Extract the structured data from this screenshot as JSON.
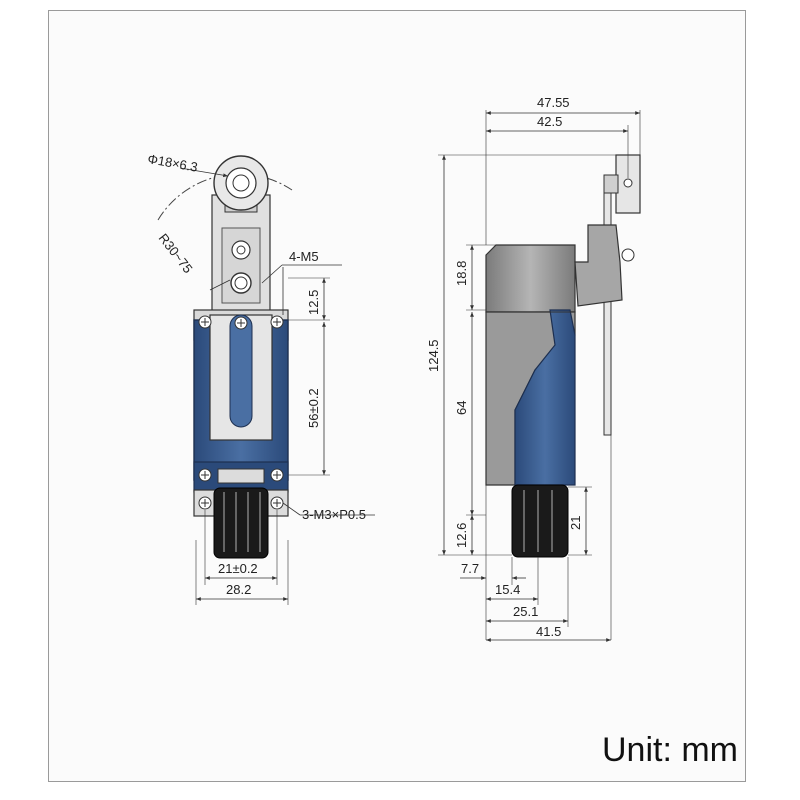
{
  "colors": {
    "housing_blue": "#3f5f8f",
    "housing_blue_dark": "#1f3a66",
    "head_gray": "#8c8c8c",
    "head_gray_light": "#b9b9b9",
    "metal": "#d2d2d2",
    "gland_black": "#1a1a1a",
    "line": "#333333"
  },
  "front_view": {
    "roller_label": "Φ18×6.3",
    "radius_label": "R30~75",
    "screw_label": "4-M5",
    "dim_12_5": "12.5",
    "dim_56": "56±0.2",
    "thread_label": "3-M3×P0.5",
    "dim_21": "21±0.2",
    "dim_28_2": "28.2"
  },
  "side_view": {
    "dim_47_55": "47.55",
    "dim_42_5": "42.5",
    "dim_18_8": "18.8",
    "dim_124_5": "124.5",
    "dim_64": "64",
    "dim_12_6": "12.6",
    "dim_21": "21",
    "dim_7_7": "7.7",
    "dim_15_4": "15.4",
    "dim_25_1": "25.1",
    "dim_41_5": "41.5"
  },
  "unit_label": "Unit: mm"
}
